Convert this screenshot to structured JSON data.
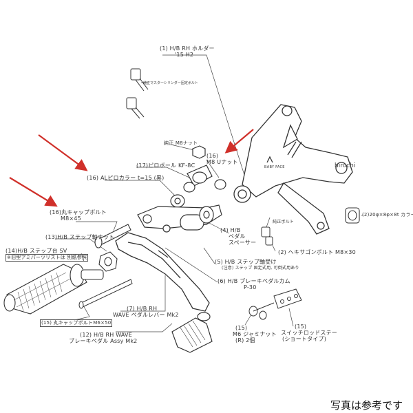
{
  "labels": {
    "p1_line1": "(1) H/B RH ホルダー",
    "p1_line2": "'15  H2",
    "p16_nut_line1": "(16)",
    "p16_nut_line2": "M8 Uナット",
    "p16_ball_line1": "(16) ALピロカラー  t=15 (黒)",
    "p17_pillow": "(17)ピロボール KF-8C",
    "p16_bolt_line1": "(16)丸キャップボルト",
    "p16_bolt_line2": "M8×45",
    "p13_line1": "(13)H/B ステップ軸ナット",
    "p14_line1": "(14)H/B ステップ台 SV",
    "p14_line2": "※旧型アミパーツリストは 別紙参照",
    "p4_line1": "(4) H/B",
    "p4_line2": "ペダル",
    "p4_line3": "スペーサー",
    "p5_line1": "(5) H/B ステップ軸受け",
    "p5_line2": "(注意) ステップ 固定式用, 可倒式用あり",
    "p6_line1": "(6) H/B ブレーキペダルカム",
    "p6_line2": "P-30",
    "p7_line1": "(7) H/B RH",
    "p7_line2": "WAVE ペダルレバー Mk2",
    "p12_line1": "(12) H/B RH WAVE",
    "p12_line2": "ブレーキペダル Assy Mk2",
    "p15_cap": "(15) 丸キャップボルトM6×50",
    "p15_jam_line1": "(15)",
    "p15_jam_line2": "M6 ジャミナット",
    "p15_jam_line3": "(R) 2個",
    "p15_stay_line1": "(15)",
    "p15_stay_line2": "スイッチロッドステー",
    "p15_stay_line3": "(ショートタイプ)",
    "p2_collar": "(2)20φ×8φ×8t カラー",
    "p2_hex": "(2) ヘキサゴンボルト M8×30",
    "small_bolt": "純正ボルト",
    "m8_nut": "純正 M8ナット",
    "master_bolt": "純正マスターシリンダー固定ボルト",
    "holder_brand": "BABY FACE"
  },
  "watermark": "hirochi",
  "footer_note": "写真は参考です",
  "colors": {
    "line": "#333333",
    "arrow": "#d0302a",
    "fill_part": "#ffffff",
    "shade": "#cccccc"
  }
}
